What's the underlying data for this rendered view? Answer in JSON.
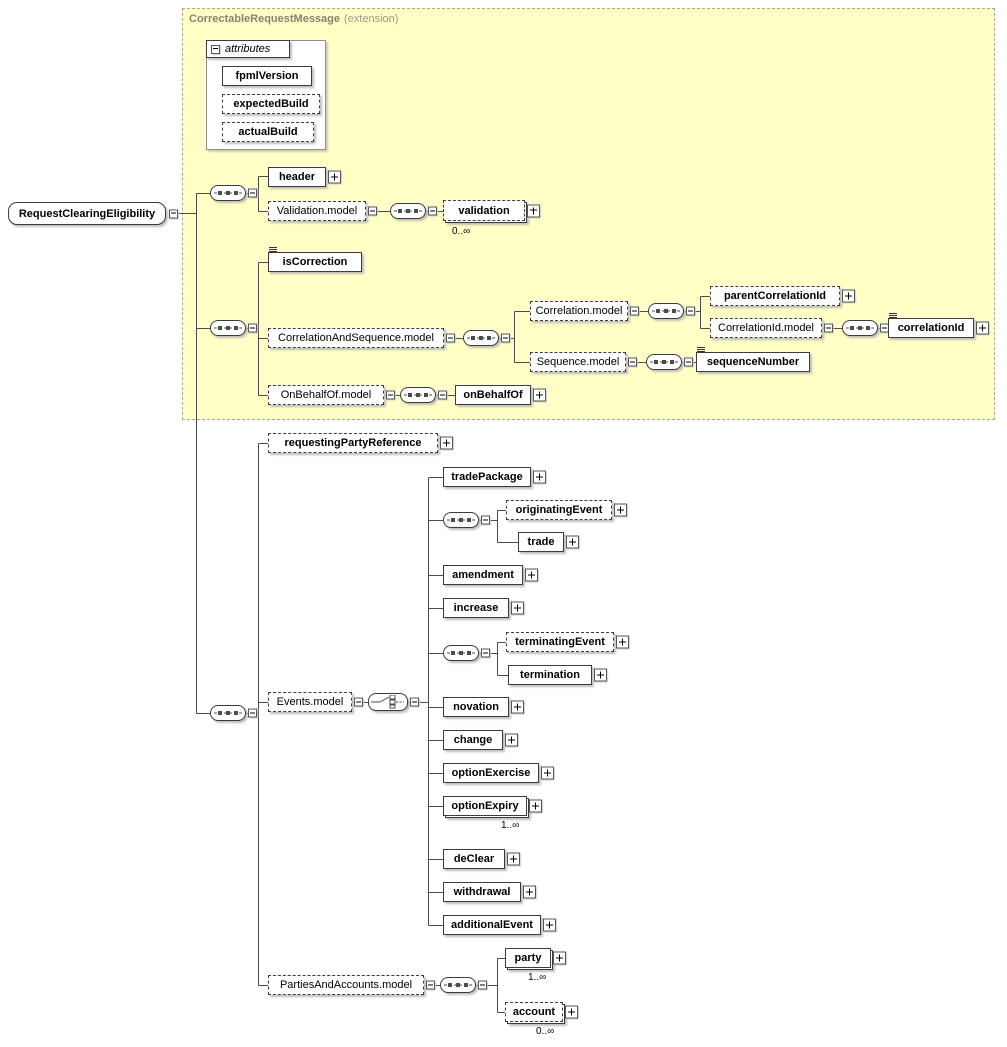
{
  "region": {
    "title": "CorrectableRequestMessage",
    "suffix": "(extension)",
    "fill": "#ffffc6"
  },
  "root": {
    "label": "RequestClearingEligibility"
  },
  "attributes": {
    "header": "attributes",
    "items": [
      {
        "label": "fpmlVersion"
      },
      {
        "label": "expectedBuild"
      },
      {
        "label": "actualBuild"
      }
    ]
  },
  "nodes": {
    "header": {
      "label": "header"
    },
    "validation_model": {
      "label": "Validation.model"
    },
    "validation": {
      "label": "validation",
      "cardinality": "0..∞"
    },
    "is_correction": {
      "label": "isCorrection"
    },
    "correlation_and_sequence_model": {
      "label": "CorrelationAndSequence.model"
    },
    "correlation_model": {
      "label": "Correlation.model"
    },
    "parent_correlation_id": {
      "label": "parentCorrelationId"
    },
    "correlation_id_model": {
      "label": "CorrelationId.model"
    },
    "correlation_id": {
      "label": "correlationId"
    },
    "sequence_model": {
      "label": "Sequence.model"
    },
    "sequence_number": {
      "label": "sequenceNumber"
    },
    "on_behalf_of_model": {
      "label": "OnBehalfOf.model"
    },
    "on_behalf_of": {
      "label": "onBehalfOf"
    },
    "requesting_party_reference": {
      "label": "requestingPartyReference"
    },
    "events_model": {
      "label": "Events.model"
    },
    "trade_package": {
      "label": "tradePackage"
    },
    "originating_event": {
      "label": "originatingEvent"
    },
    "trade": {
      "label": "trade"
    },
    "amendment": {
      "label": "amendment"
    },
    "increase": {
      "label": "increase"
    },
    "terminating_event": {
      "label": "terminatingEvent"
    },
    "termination": {
      "label": "termination"
    },
    "novation": {
      "label": "novation"
    },
    "change": {
      "label": "change"
    },
    "option_exercise": {
      "label": "optionExercise"
    },
    "option_expiry": {
      "label": "optionExpiry",
      "cardinality": "1..∞"
    },
    "de_clear": {
      "label": "deClear"
    },
    "withdrawal": {
      "label": "withdrawal"
    },
    "additional_event": {
      "label": "additionalEvent"
    },
    "parties_and_accounts_model": {
      "label": "PartiesAndAccounts.model"
    },
    "party": {
      "label": "party",
      "cardinality": "1..∞"
    },
    "account": {
      "label": "account",
      "cardinality": "0..∞"
    }
  }
}
